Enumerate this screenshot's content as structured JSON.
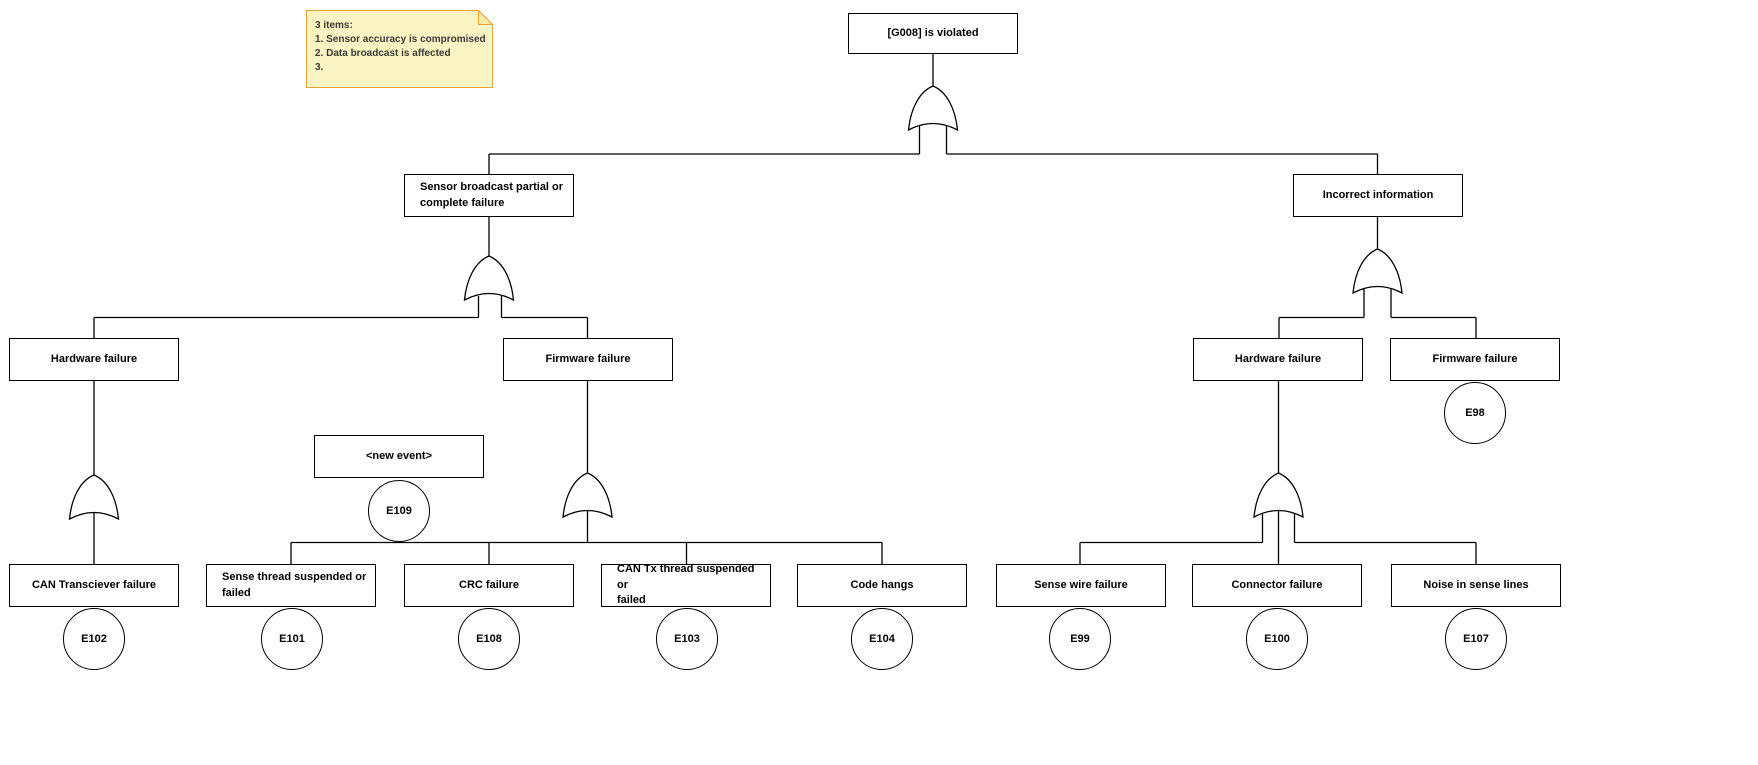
{
  "note": {
    "title": "3 items:",
    "lines": [
      "1. Sensor accuracy is compromised",
      "2. Data broadcast is affected",
      "3."
    ]
  },
  "colors": {
    "note_fill": "#faf3c3",
    "note_fold": "#f6eba4",
    "note_border": "#e9a43e",
    "line_color": "#000000",
    "box_fill": "#ffffff"
  },
  "nodes": {
    "root": {
      "label": "[G008] is violated"
    },
    "sensor": {
      "label": "Sensor broadcast partial or\ncomplete failure"
    },
    "incorrect": {
      "label": "Incorrect information"
    },
    "hw_left": {
      "label": "Hardware failure"
    },
    "fw_left": {
      "label": "Firmware failure"
    },
    "hw_right": {
      "label": "Hardware failure"
    },
    "fw_right": {
      "label": "Firmware failure",
      "event": "E98"
    },
    "new_event": {
      "label": "<new event>",
      "event": "E109"
    },
    "can_trans": {
      "label": "CAN Transciever failure",
      "event": "E102"
    },
    "sense_thread": {
      "label": "Sense thread suspended or\nfailed",
      "event": "E101"
    },
    "crc": {
      "label": "CRC failure",
      "event": "E108"
    },
    "can_tx": {
      "label": "CAN Tx thread suspended or\nfailed",
      "event": "E103"
    },
    "code_hangs": {
      "label": "Code hangs",
      "event": "E104"
    },
    "sense_wire": {
      "label": "Sense wire failure",
      "event": "E99"
    },
    "connector": {
      "label": "Connector failure",
      "event": "E100"
    },
    "noise": {
      "label": "Noise in sense lines",
      "event": "E107"
    }
  },
  "gate_type": "OR"
}
